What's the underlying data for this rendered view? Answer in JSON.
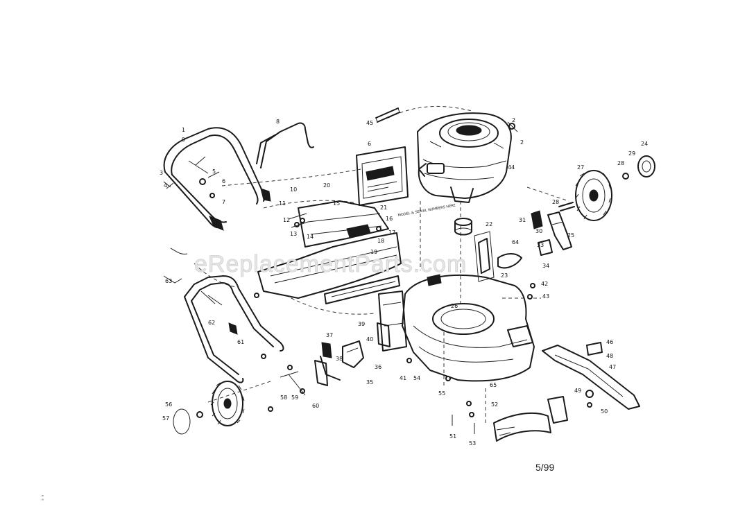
{
  "watermark": "eReplacementParts.com",
  "date_code": "5/99",
  "plate_label": "MODEL & SERIAL NUMBERS HERE",
  "corner_mark": "ˢ ˢ",
  "callouts": [
    {
      "label": "1"
    },
    {
      "label": "8"
    },
    {
      "label": "3"
    },
    {
      "label": "4"
    },
    {
      "label": "5"
    },
    {
      "label": "6"
    },
    {
      "label": "7"
    },
    {
      "label": "2"
    },
    {
      "label": "45"
    },
    {
      "label": "6"
    },
    {
      "label": "2"
    },
    {
      "label": "44"
    },
    {
      "label": "27"
    },
    {
      "label": "28"
    },
    {
      "label": "29"
    },
    {
      "label": "24"
    },
    {
      "label": "28"
    },
    {
      "label": "25"
    },
    {
      "label": "31"
    },
    {
      "label": "30"
    },
    {
      "label": "33"
    },
    {
      "label": "34"
    },
    {
      "label": "22"
    },
    {
      "label": "23"
    },
    {
      "label": "42"
    },
    {
      "label": "43"
    },
    {
      "label": "26"
    },
    {
      "label": "35"
    },
    {
      "label": "36"
    },
    {
      "label": "46"
    },
    {
      "label": "48"
    },
    {
      "label": "47"
    },
    {
      "label": "49"
    },
    {
      "label": "50"
    },
    {
      "label": "51"
    },
    {
      "label": "53"
    },
    {
      "label": "52"
    },
    {
      "label": "56"
    },
    {
      "label": "57"
    },
    {
      "label": "58"
    },
    {
      "label": "59"
    },
    {
      "label": "60"
    },
    {
      "label": "61"
    },
    {
      "label": "62"
    },
    {
      "label": "63"
    },
    {
      "label": "9"
    },
    {
      "label": "10"
    },
    {
      "label": "11"
    },
    {
      "label": "12"
    },
    {
      "label": "13"
    },
    {
      "label": "14"
    },
    {
      "label": "15"
    },
    {
      "label": "16"
    },
    {
      "label": "17"
    },
    {
      "label": "18"
    },
    {
      "label": "19"
    },
    {
      "label": "20"
    },
    {
      "label": "21"
    },
    {
      "label": "37"
    },
    {
      "label": "38"
    },
    {
      "label": "39"
    },
    {
      "label": "40"
    },
    {
      "label": "41"
    },
    {
      "label": "54"
    },
    {
      "label": "55"
    },
    {
      "label": "64"
    },
    {
      "label": "65"
    }
  ]
}
